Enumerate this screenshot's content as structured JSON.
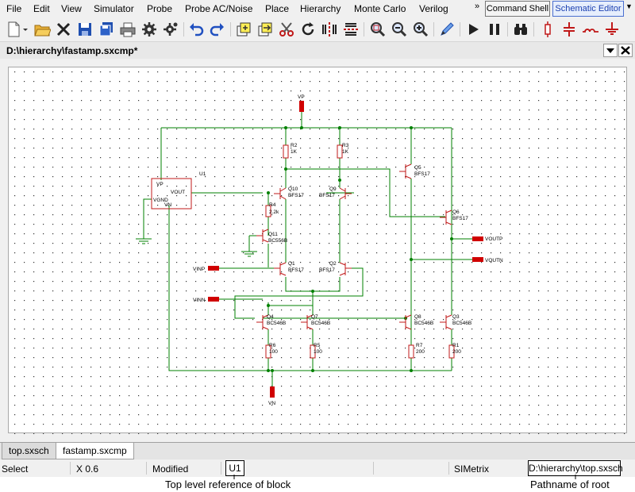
{
  "menu": [
    "File",
    "Edit",
    "View",
    "Simulator",
    "Probe",
    "Probe AC/Noise",
    "Place",
    "Hierarchy",
    "Monte Carlo",
    "Verilog"
  ],
  "menu_more": "»",
  "toolbar_buttons": {
    "command_shell": "Command Shell",
    "schematic_editor": "Schematic Editor",
    "chevron": "▼"
  },
  "toolbar_icons": [
    "new-document-icon",
    "dropdown-arrow-icon",
    "open-folder-icon",
    "close-icon",
    "save-icon",
    "save-all-icon",
    "print-icon",
    "gear-icon",
    "gears-icon",
    "undo-icon",
    "redo-icon",
    "push-hierarchy-icon",
    "pop-hierarchy-icon",
    "cut-wire-icon",
    "rotate-icon",
    "mirror-icon",
    "flip-icon",
    "zoom-fit-icon",
    "zoom-out-icon",
    "zoom-in-icon",
    "pencil-wire-icon",
    "run-icon",
    "pause-icon",
    "binoculars-icon",
    "resistor-icon",
    "capacitor-icon",
    "inductor-icon",
    "ground-icon"
  ],
  "document": {
    "title": "D:\\hierarchy\\fastamp.sxcmp*"
  },
  "schematic": {
    "block": {
      "ref": "U1",
      "pins": [
        "VP",
        "VOUT",
        "VGND",
        "VN"
      ]
    },
    "terminals": {
      "vp": "VP",
      "vn": "VN",
      "vinp": "VINP",
      "vinn": "VINN",
      "voutp": "VOUTP",
      "voutn": "VOUTN"
    },
    "resistors": [
      {
        "ref": "R2",
        "value": "1K"
      },
      {
        "ref": "R3",
        "value": "1K"
      },
      {
        "ref": "R4",
        "value": "2.2k"
      },
      {
        "ref": "R6",
        "value": "100"
      },
      {
        "ref": "R5",
        "value": "100"
      },
      {
        "ref": "R7",
        "value": "200"
      },
      {
        "ref": "R1",
        "value": "200"
      }
    ],
    "transistors": [
      {
        "ref": "Q10",
        "model": "BFS17"
      },
      {
        "ref": "Q9",
        "model": "BFS17"
      },
      {
        "ref": "Q5",
        "model": "BFS17"
      },
      {
        "ref": "Q6",
        "model": "BFS17"
      },
      {
        "ref": "Q11",
        "model": "BC556B"
      },
      {
        "ref": "Q1",
        "model": "BFS17"
      },
      {
        "ref": "Q2",
        "model": "BFS17"
      },
      {
        "ref": "Q4",
        "model": "BC546B"
      },
      {
        "ref": "Q7",
        "model": "BC546B"
      },
      {
        "ref": "Q8",
        "model": "BC546B"
      },
      {
        "ref": "Q3",
        "model": "BC546B"
      }
    ]
  },
  "tabs": [
    "top.sxsch",
    "fastamp.sxcmp"
  ],
  "status": {
    "mode": "Select",
    "zoom": "X 0.6",
    "state": "Modified",
    "block_ref": "U1",
    "app": "SIMetrix",
    "path": "D:\\hierarchy\\top.sxsch"
  },
  "captions": {
    "left": "Top level reference of block",
    "right": "Pathname of root"
  }
}
